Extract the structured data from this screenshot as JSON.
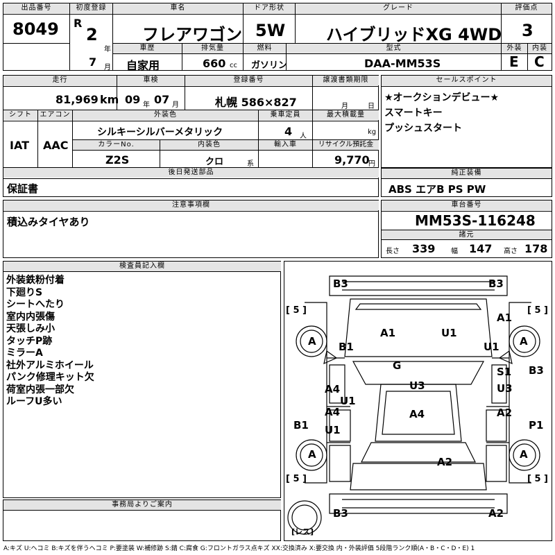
{
  "header": {
    "lot_label": "出品番号",
    "lot_number": "8049",
    "first_reg_label": "初度登録",
    "era": "R",
    "year": "2",
    "year_unit": "年",
    "month": "7",
    "month_unit": "月",
    "car_name_label": "車名",
    "car_name": "フレアワゴン",
    "door_label": "ドア形状",
    "door": "5W",
    "grade_label": "グレード",
    "grade": "ハイブリッドXG 4WD",
    "score_label": "評価点",
    "score": "3",
    "history_label": "車歴",
    "history": "自家用",
    "displacement_label": "排気量",
    "displacement": "660",
    "displacement_unit": "cc",
    "fuel_label": "燃料",
    "fuel": "ガソリン",
    "model_label": "型式",
    "model": "DAA-MM53S",
    "exterior_label": "外装",
    "exterior": "E",
    "interior_label": "内装",
    "interior": "C"
  },
  "row2": {
    "mileage_label": "走行",
    "mileage": "81,969",
    "mileage_unit": "km",
    "inspection_label": "車検",
    "insp_year": "09",
    "insp_year_unit": "年",
    "insp_month": "07",
    "insp_month_unit": "月",
    "plate_label": "登録番号",
    "plate": "札幌 586×827",
    "transfer_label": "譲渡書類期限",
    "transfer_month_unit": "月",
    "transfer_day_unit": "日",
    "shift_label": "シフト",
    "shift": "IAT",
    "ac_label": "エアコン",
    "ac": "AAC",
    "ext_color_label": "外装色",
    "ext_color": "シルキーシルバーメタリック",
    "capacity_label": "乗車定員",
    "capacity": "4",
    "capacity_unit": "人",
    "max_load_label": "最大積載量",
    "max_load_unit": "kg",
    "color_no_label": "カラーNo.",
    "color_no": "Z2S",
    "int_color_label": "内装色",
    "int_color": "クロ",
    "int_color_unit": "系",
    "import_label": "輸入車",
    "recycle_label": "リサイクル預託金",
    "recycle": "9,770",
    "recycle_unit": "円",
    "later_label": "後日発送部品",
    "later": "保証書"
  },
  "sales": {
    "label": "セールスポイント",
    "lines": "★オークションデビュー★\nスマートキー\nプッシュスタート"
  },
  "equipment": {
    "label": "純正装備",
    "value": "ABS エアB PS PW"
  },
  "notes": {
    "label": "注意事項欄",
    "value": "積込みタイヤあり"
  },
  "chassis": {
    "label": "車台番号",
    "value": "MM53S-116248",
    "specs_label": "諸元",
    "length_label": "長さ",
    "length": "339",
    "width_label": "幅",
    "width": "147",
    "height_label": "高さ",
    "height": "178"
  },
  "inspector": {
    "label": "検査員記入欄",
    "lines": "外装鉄粉付着\n下廻りS\nシートへたり\n室内内張傷\n天張しみ小\nタッチP跡\nミラーA\n社外アルミホイール\nパンク修理キット欠\n荷室内張一部欠\nルーフU多い"
  },
  "office": {
    "label": "事務局よりご案内"
  },
  "diagram": {
    "b3_tl": "B3",
    "b3_tr": "B3",
    "tread_fl": "[ 5 ]",
    "tread_fr": "[ 5 ]",
    "tread_rl": "[ 5 ]",
    "tread_rr": "[ 5 ]",
    "a1_hood": "A1",
    "u1_hood": "U1",
    "a1_fr": "A1",
    "wheel_fl": "A",
    "wheel_fr": "A",
    "wheel_rl": "A",
    "wheel_rr": "A",
    "b1_left": "B1",
    "u1_right": "U1",
    "g_glass": "G",
    "a4_l1": "A4",
    "u1_l1": "U1",
    "s1_r": "S1",
    "u3_r": "U3",
    "b3_r": "B3",
    "u3_roof": "U3",
    "a4_roof": "A4",
    "a4_l2": "A4",
    "u1_l2": "U1",
    "b1_l2": "B1",
    "a2_r2": "A2",
    "p1_r2": "P1",
    "a2_rear": "A2",
    "b3_bl": "B3",
    "a2_br": "A2",
    "spare": "[レス]"
  },
  "footer": "A:キズ U:ヘコミ B:キズを伴うヘコミ P:要塗装 W:補修跡 S:錆 C:腐食 G:フロントガラス点キズ XX:交換済み X:要交換 内・外装評価 5段階ランク順(A・B・C・D・E) 1"
}
